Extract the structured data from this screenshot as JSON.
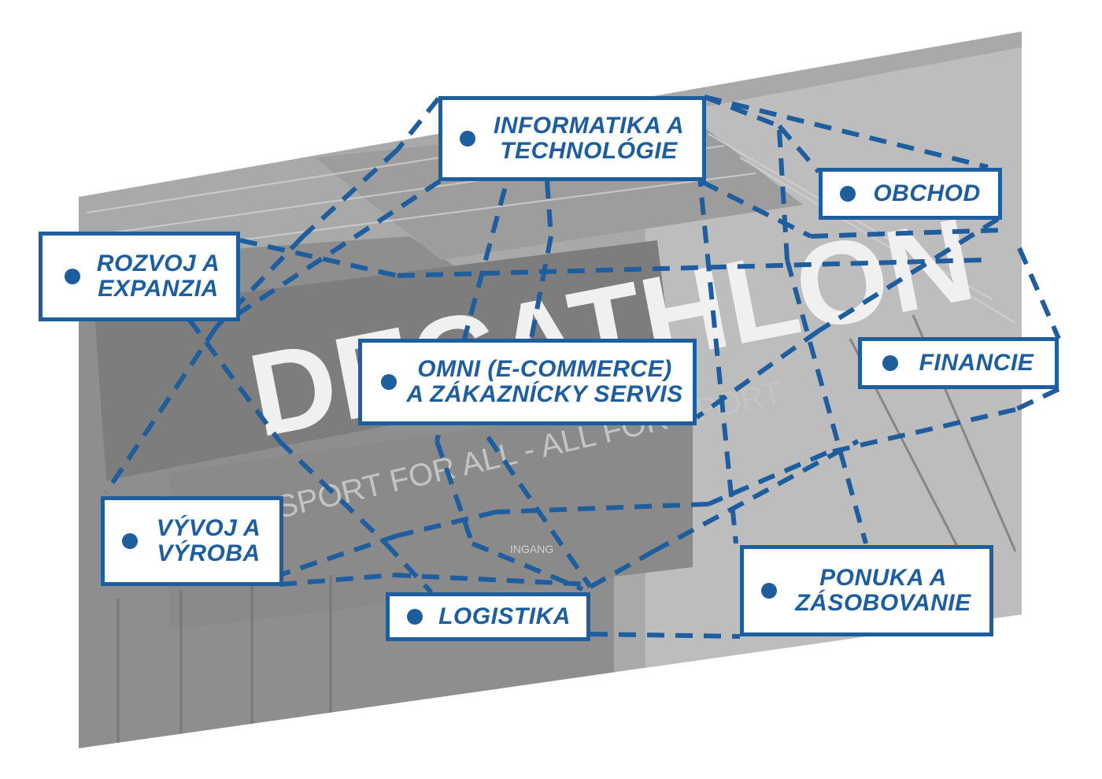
{
  "photo": {
    "logo_text": "DECATHLON",
    "slogan_text": "SPORT FOR ALL - ALL FOR SPORT",
    "sign_text": "INGANG"
  },
  "nodes": [
    {
      "id": "informatika",
      "label": "INFORMATIKA A\nTECHNOLÓGIE"
    },
    {
      "id": "obchod",
      "label": "OBCHOD"
    },
    {
      "id": "rozvoj",
      "label": "ROZVOJ A\nEXPANZIA"
    },
    {
      "id": "omni",
      "label": "OMNI (E-COMMERCE)\nA ZÁKAZNÍCKY SERVIS"
    },
    {
      "id": "financie",
      "label": "FINANCIE"
    },
    {
      "id": "vyvoj",
      "label": "VÝVOJ A\nVÝROBA"
    },
    {
      "id": "logistika",
      "label": "LOGISTIKA"
    },
    {
      "id": "ponuka",
      "label": "PONUKA A\nZÁSOBOVANIE"
    }
  ],
  "colors": {
    "accent": "#1e5d9e",
    "photo_tone": "#a6a6a6"
  }
}
